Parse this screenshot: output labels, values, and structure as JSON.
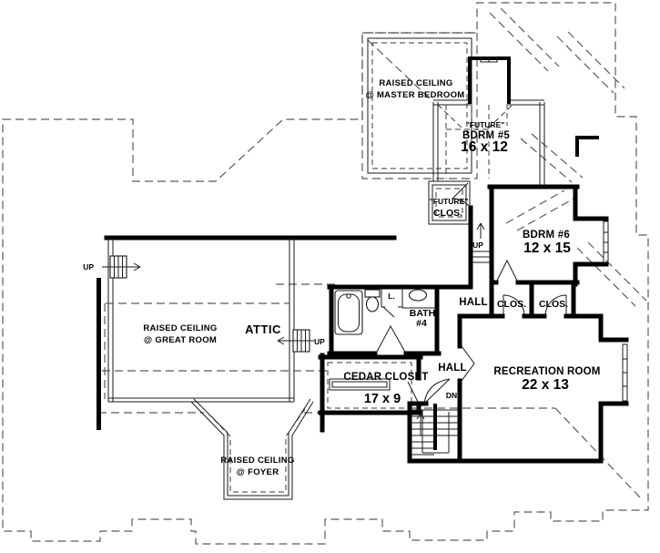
{
  "title": "second floor plan",
  "colors": {
    "background": "#ffffff",
    "walls": "#000000",
    "roof_dash": "#5a5a5a",
    "thin_lines": "#1a1a1a"
  },
  "labels": {
    "master_ceiling_1": "RAISED CEILING",
    "master_ceiling_2": "@ MASTER BEDROOM",
    "bdrm5_tag": "\"FUTURE\"",
    "bdrm5_name": "BDRM #5",
    "bdrm5_dims": "16 x 12",
    "future_closet_1": "\"FUTURE\"",
    "future_closet_2": "CLOS.",
    "bdrm6_name": "BDRM #6",
    "bdrm6_dims": "12 x 15",
    "hall_upper": "HALL",
    "hall_lower": "HALL",
    "closet_left": "CLOS.",
    "closet_right": "CLOS.",
    "bath_name": "BATH",
    "bath_number": "#4",
    "linen": "L.",
    "attic": "ATTIC",
    "great_room_1": "RAISED CEILING",
    "great_room_2": "@ GREAT ROOM",
    "cedar_name": "CEDAR CLOSET",
    "cedar_dims": "17 x 9",
    "recreation_name": "RECREATION ROOM",
    "recreation_dims": "22 x 13",
    "foyer_1": "RAISED CEILING",
    "foyer_2": "@ FOYER",
    "up_left": "UP",
    "up_right": "UP",
    "up_stairs": "UP",
    "down": "DN"
  }
}
